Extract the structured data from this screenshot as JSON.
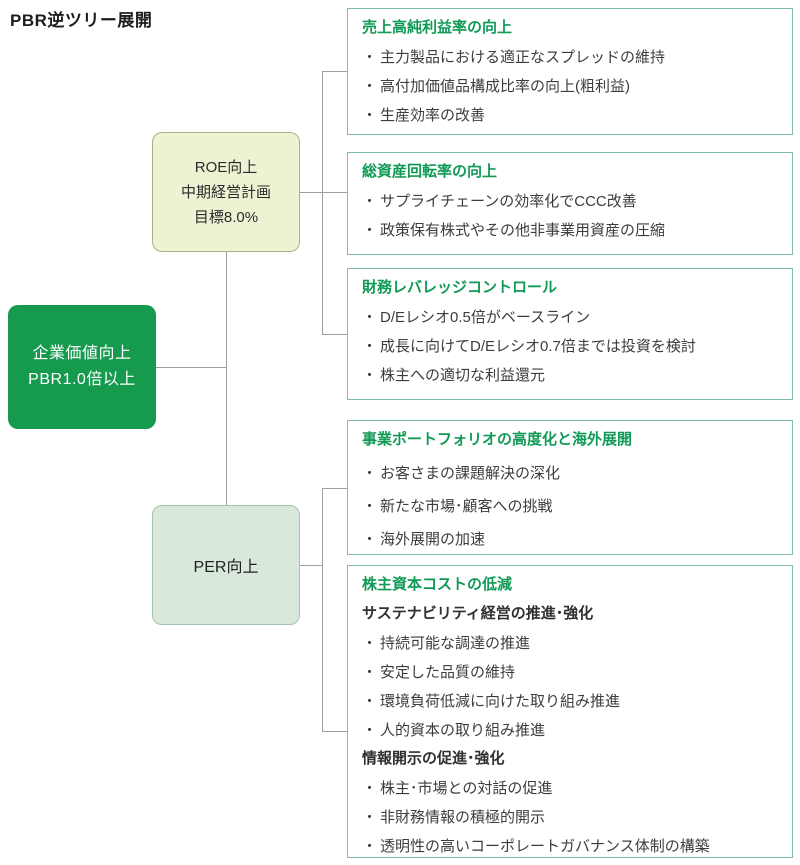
{
  "page_title": "PBR逆ツリー展開",
  "bullet_char": "・",
  "colors": {
    "root_green": "#169a4e",
    "roe_fill": "#eef2d3",
    "roe_border": "#a9b287",
    "per_fill": "#d8e8db",
    "per_border": "#9fc5ac",
    "leaf_border": "#7fbf9f",
    "leaf_title_green": "#109a55",
    "connector_gray": "#9aa39b"
  },
  "root_box": {
    "lines": [
      "企業価値向上",
      "PBR1.0倍以上"
    ]
  },
  "roe_box": {
    "lines": [
      "ROE向上",
      "中期経営計画",
      "目標8.0%"
    ]
  },
  "per_box": {
    "lines": [
      "PER向上"
    ]
  },
  "leaf_boxes": [
    {
      "title": "売上高純利益率の向上",
      "blocks": [
        {
          "type": "bullet",
          "text": "主力製品における適正なスプレッドの維持"
        },
        {
          "type": "bullet",
          "text": "高付加価値品構成比率の向上(粗利益)"
        },
        {
          "type": "bullet",
          "text": "生産効率の改善"
        }
      ]
    },
    {
      "title": "総資産回転率の向上",
      "blocks": [
        {
          "type": "bullet",
          "text": "サプライチェーンの効率化でCCC改善"
        },
        {
          "type": "bullet",
          "text": "政策保有株式やその他非事業用資産の圧縮"
        }
      ]
    },
    {
      "title": "財務レバレッジコントロール",
      "blocks": [
        {
          "type": "bullet",
          "text": "D/Eレシオ0.5倍がベースライン"
        },
        {
          "type": "bullet",
          "text": "成長に向けてD/Eレシオ0.7倍までは投資を検討"
        },
        {
          "type": "bullet",
          "text": "株主への適切な利益還元"
        }
      ]
    },
    {
      "title": "事業ポートフォリオの高度化と海外展開",
      "blocks": [
        {
          "type": "bullet",
          "text": "お客さまの課題解決の深化"
        },
        {
          "type": "bullet",
          "text": "新たな市場･顧客への挑戦"
        },
        {
          "type": "bullet",
          "text": "海外展開の加速"
        }
      ]
    },
    {
      "title": "株主資本コストの低減",
      "blocks": [
        {
          "type": "subheading",
          "text": "サステナビリティ経営の推進･強化"
        },
        {
          "type": "bullet",
          "text": "持続可能な調達の推進"
        },
        {
          "type": "bullet",
          "text": "安定した品質の維持"
        },
        {
          "type": "bullet",
          "text": "環境負荷低減に向けた取り組み推進"
        },
        {
          "type": "bullet",
          "text": "人的資本の取り組み推進"
        },
        {
          "type": "subheading",
          "text": "情報開示の促進･強化"
        },
        {
          "type": "bullet",
          "text": "株主･市場との対話の促進"
        },
        {
          "type": "bullet",
          "text": "非財務情報の積極的開示"
        },
        {
          "type": "bullet",
          "text": "透明性の高いコーポレートガバナンス体制の構築"
        }
      ]
    }
  ]
}
